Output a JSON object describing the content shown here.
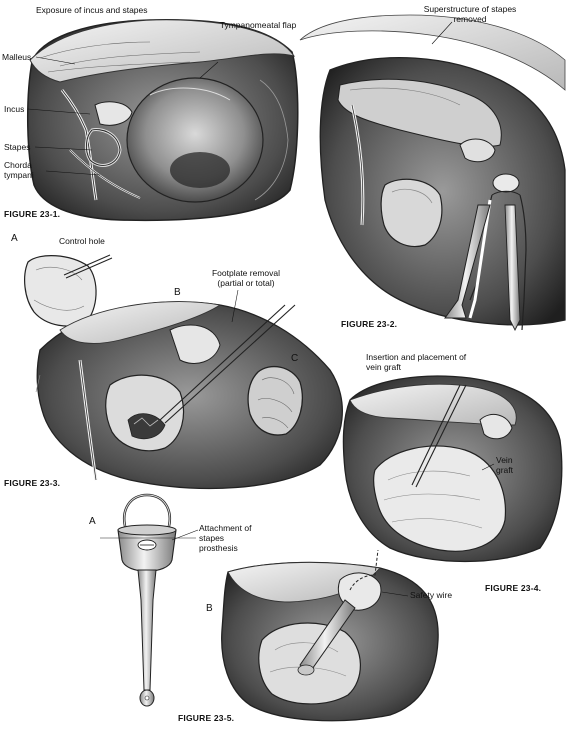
{
  "figures": {
    "fig1": {
      "caption": "FIGURE 23-1.",
      "title": "Exposure of incus and stapes",
      "labels": {
        "tympanomeatal": "Tympanomeatal flap",
        "malleus": "Malleus",
        "incus": "Incus",
        "stapes": "Stapes",
        "chorda": "Chorda tympani"
      }
    },
    "fig2": {
      "caption": "FIGURE 23-2.",
      "title": "Superstructure of stapes removed"
    },
    "fig3": {
      "caption": "FIGURE 23-3.",
      "letter_a": "A",
      "letter_b": "B",
      "letter_c": "C",
      "control_hole": "Control hole",
      "footplate": "Footplate removal (partial or total)"
    },
    "fig4": {
      "caption": "FIGURE 23-4.",
      "title": "Insertion and placement of vein graft",
      "vein_graft": "Vein graft"
    },
    "fig5": {
      "caption": "FIGURE 23-5.",
      "letter_a": "A",
      "letter_b": "B",
      "attachment": "Attachment of stapes prosthesis",
      "safety_wire": "Safety wire"
    }
  }
}
